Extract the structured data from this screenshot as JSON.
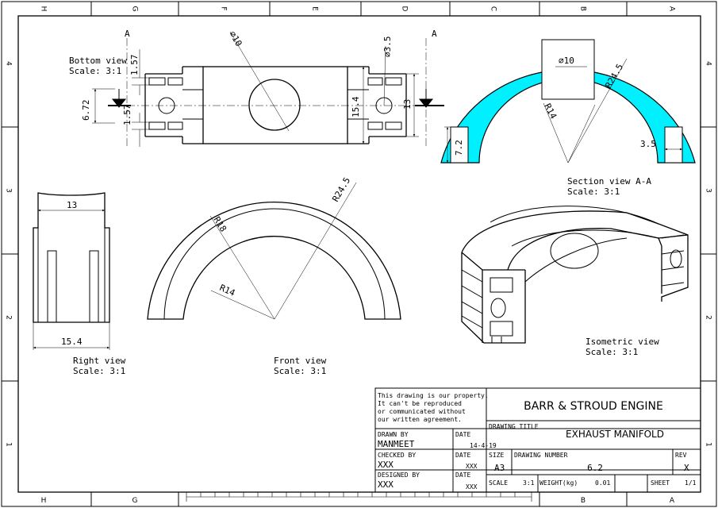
{
  "colors": {
    "section_fill": "#00f0ff",
    "line": "#000000",
    "background": "#ffffff"
  },
  "zones": {
    "columns": [
      "H",
      "G",
      "F",
      "E",
      "D",
      "C",
      "B",
      "A"
    ],
    "bottom_columns": [
      "H",
      "G",
      "B",
      "A"
    ],
    "rows": [
      "4",
      "3",
      "2",
      "1"
    ]
  },
  "views": {
    "bottom": {
      "title": "Bottom view",
      "scale": "Scale:  3:1",
      "section_mark": "A"
    },
    "section": {
      "title": "Section view A-A",
      "scale": "Scale:  3:1",
      "section_mark": "A"
    },
    "right": {
      "title": "Right view",
      "scale": "Scale:  3:1"
    },
    "front": {
      "title": "Front view",
      "scale": "Scale:  3:1"
    },
    "isometric": {
      "title": "Isometric view",
      "scale": "Scale:  3:1"
    }
  },
  "dimensions": {
    "bottom_hole_large": "⌀10",
    "bottom_hole_small": "⌀3.5",
    "bottom_1_57_top": "1.57",
    "bottom_1_57_bottom": "1.57",
    "bottom_6_72": "6.72",
    "bottom_15_4": "15.4",
    "bottom_13": "13",
    "section_hole": "⌀10",
    "section_r24_5": "R24.5",
    "section_r14": "R14",
    "section_7_2": "7.2",
    "section_3_5": "3.5",
    "right_13": "13",
    "right_15_4": "15.4",
    "front_r24_5": "R24.5",
    "front_r18": "R18",
    "front_r14": "R14"
  },
  "title_block": {
    "notice": [
      "This drawing is our property.",
      "It can't be reproduced",
      "or communicated without",
      "our written agreement."
    ],
    "company": "BARR & STROUD ENGINE",
    "drawing_title_label": "DRAWING TITLE",
    "drawing_title": "EXHAUST MANIFOLD",
    "drawn_by_label": "DRAWN BY",
    "drawn_by": "MANMEET",
    "drawn_date_label": "DATE",
    "drawn_date": "14-4-19",
    "checked_by_label": "CHECKED BY",
    "checked_by": "XXX",
    "checked_date_label": "DATE",
    "checked_date": "XXX",
    "designed_by_label": "DESIGNED BY",
    "designed_by": "XXX",
    "designed_date_label": "DATE",
    "designed_date": "XXX",
    "size_label": "SIZE",
    "size": "A3",
    "drawing_number_label": "DRAWING NUMBER",
    "drawing_number": "6.2",
    "rev_label": "REV",
    "rev": "X",
    "scale_label": "SCALE",
    "scale": "3:1",
    "weight_label": "WEIGHT(kg)",
    "weight": "0.01",
    "sheet_label": "SHEET",
    "sheet": "1/1"
  }
}
